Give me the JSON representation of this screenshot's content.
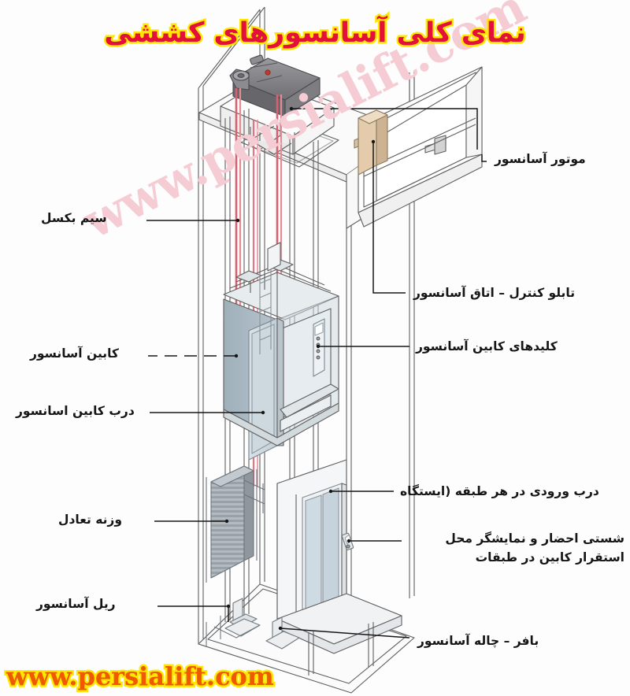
{
  "page": {
    "title": "نمای کلی آسانسورهای کششی",
    "watermark_diagonal": "www.persialift.com",
    "watermark_bottom": "www.persialift.com"
  },
  "colors": {
    "title_fill": "#e4103c",
    "title_stroke": "#ffe800",
    "url_fill": "#ef5a00",
    "url_stroke": "#ffe800",
    "watermark": "#f6ccd4",
    "cabin": "#b9c6ce",
    "rope": "#e8737f",
    "panel": "#e0c9ab",
    "line": "#1a1a1a",
    "outline": "#5a5a5a"
  },
  "labels": {
    "motor": {
      "text": "موتور آسانسور"
    },
    "control_panel": {
      "text": "تابلو کنترل – اتاق آسانسور"
    },
    "cabin_buttons": {
      "text": "کلیدهای کابین آسانسور"
    },
    "landing_door": {
      "text": "درب ورودی در هر طبقه  (ایستگاه"
    },
    "call_button_line1": {
      "text": "شستی احضار و نمایشگر محل"
    },
    "call_button_line2": {
      "text": "استقرار کابین در طبقات"
    },
    "buffer": {
      "text": "بافر – چاله آسانسور"
    },
    "wire_rope": {
      "text": "سیم بکسل"
    },
    "cabin": {
      "text": "کابین آسانسور"
    },
    "cabin_door": {
      "text": "درب کابین اسانسور"
    },
    "counterweight": {
      "text": "وزنه تعادل"
    },
    "rail": {
      "text": "ریل آسانسور"
    }
  }
}
